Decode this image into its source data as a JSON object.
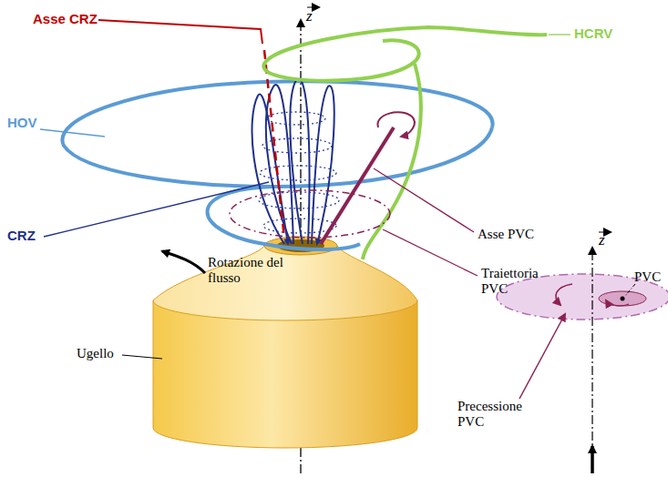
{
  "diagram": {
    "labels": [
      "Asse CRZ",
      "z",
      "HCRV",
      "HOV",
      "Asse PVC",
      "CRZ",
      "Traiettoria PVC",
      "Rotazione del flusso",
      "Ugello",
      "z",
      "PVC",
      "Precessione PVC"
    ]
  }
}
